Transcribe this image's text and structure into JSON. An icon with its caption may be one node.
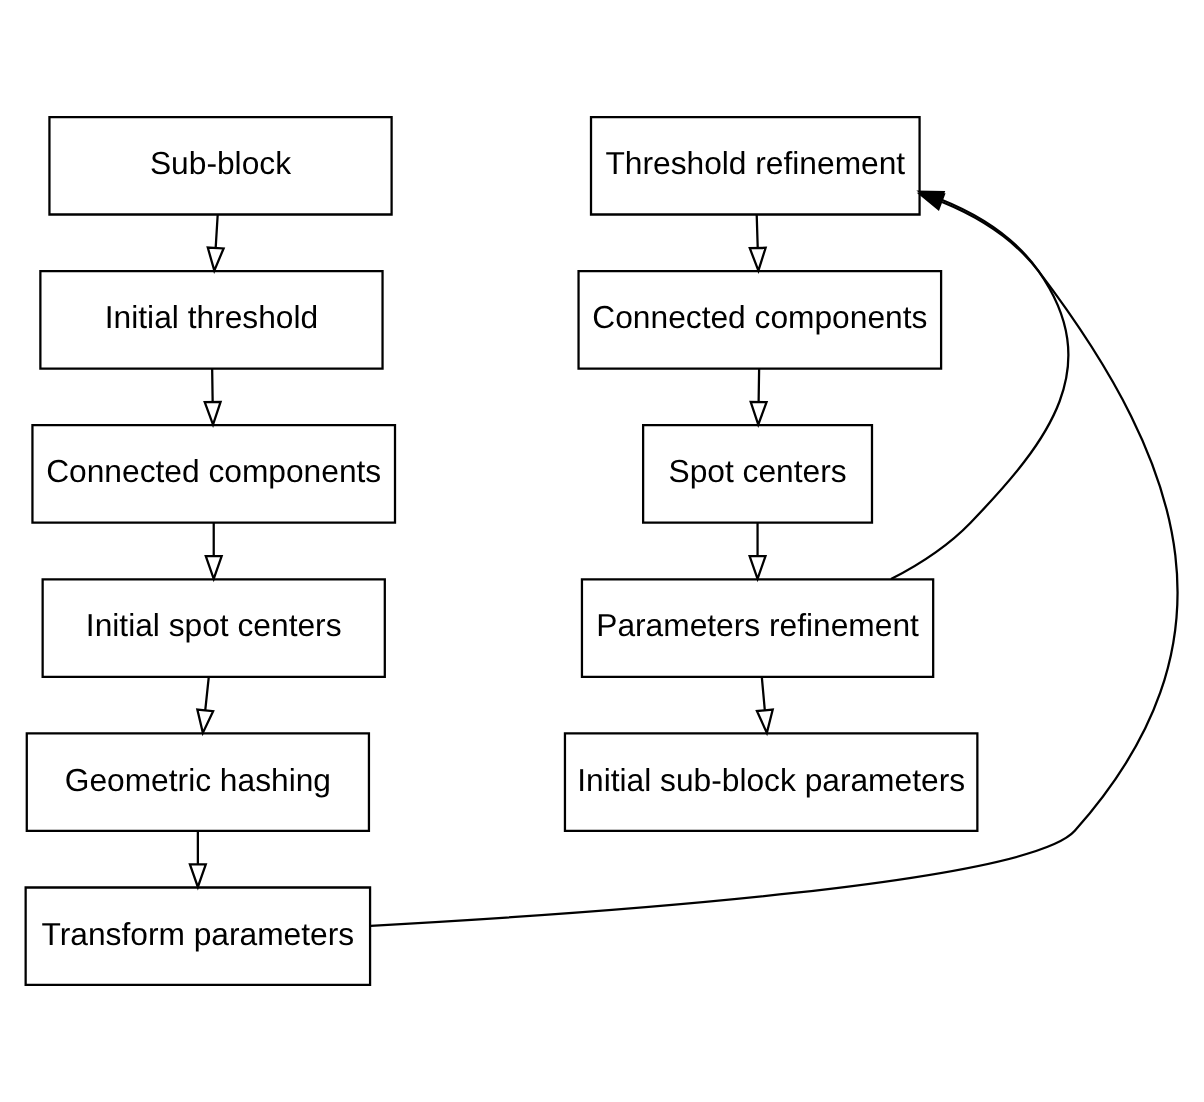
{
  "diagram": {
    "nodes": [
      {
        "text": [
          "Sub-block"
        ]
      },
      {
        "text": [
          "Initial threshold"
        ]
      },
      {
        "text": [
          "Connected components"
        ]
      },
      {
        "text": [
          "Initial spot centers"
        ]
      },
      {
        "text": [
          "Geometric hashing"
        ]
      },
      {
        "text": [
          "Transform parameters"
        ]
      },
      {
        "text": [
          "Threshold refinement"
        ]
      },
      {
        "text": [
          "Connected components"
        ]
      },
      {
        "text": [
          "Spot centers"
        ]
      },
      {
        "text": [
          "Parameters refinement"
        ]
      },
      {
        "text": [
          "Initial sub-block parameters"
        ]
      }
    ],
    "edges": [
      {
        "from": 0,
        "to": 1,
        "arrow": "to"
      },
      {
        "from": 1,
        "to": 2,
        "arrow": "to"
      },
      {
        "from": 2,
        "to": 3,
        "arrow": "to"
      },
      {
        "from": 3,
        "to": 4,
        "arrow": "to"
      },
      {
        "from": 4,
        "to": 5,
        "arrow": "to"
      },
      {
        "from": 5,
        "to": 6,
        "arrow": "to"
      },
      {
        "from": 6,
        "to": 7,
        "arrow": "to"
      },
      {
        "from": 7,
        "to": 8,
        "arrow": "to"
      },
      {
        "from": 8,
        "to": 9,
        "arrow": "to"
      },
      {
        "from": 9,
        "to": 10,
        "arrow": "to"
      },
      {
        "from": 9,
        "to": 6,
        "arrow": "to"
      }
    ]
  }
}
